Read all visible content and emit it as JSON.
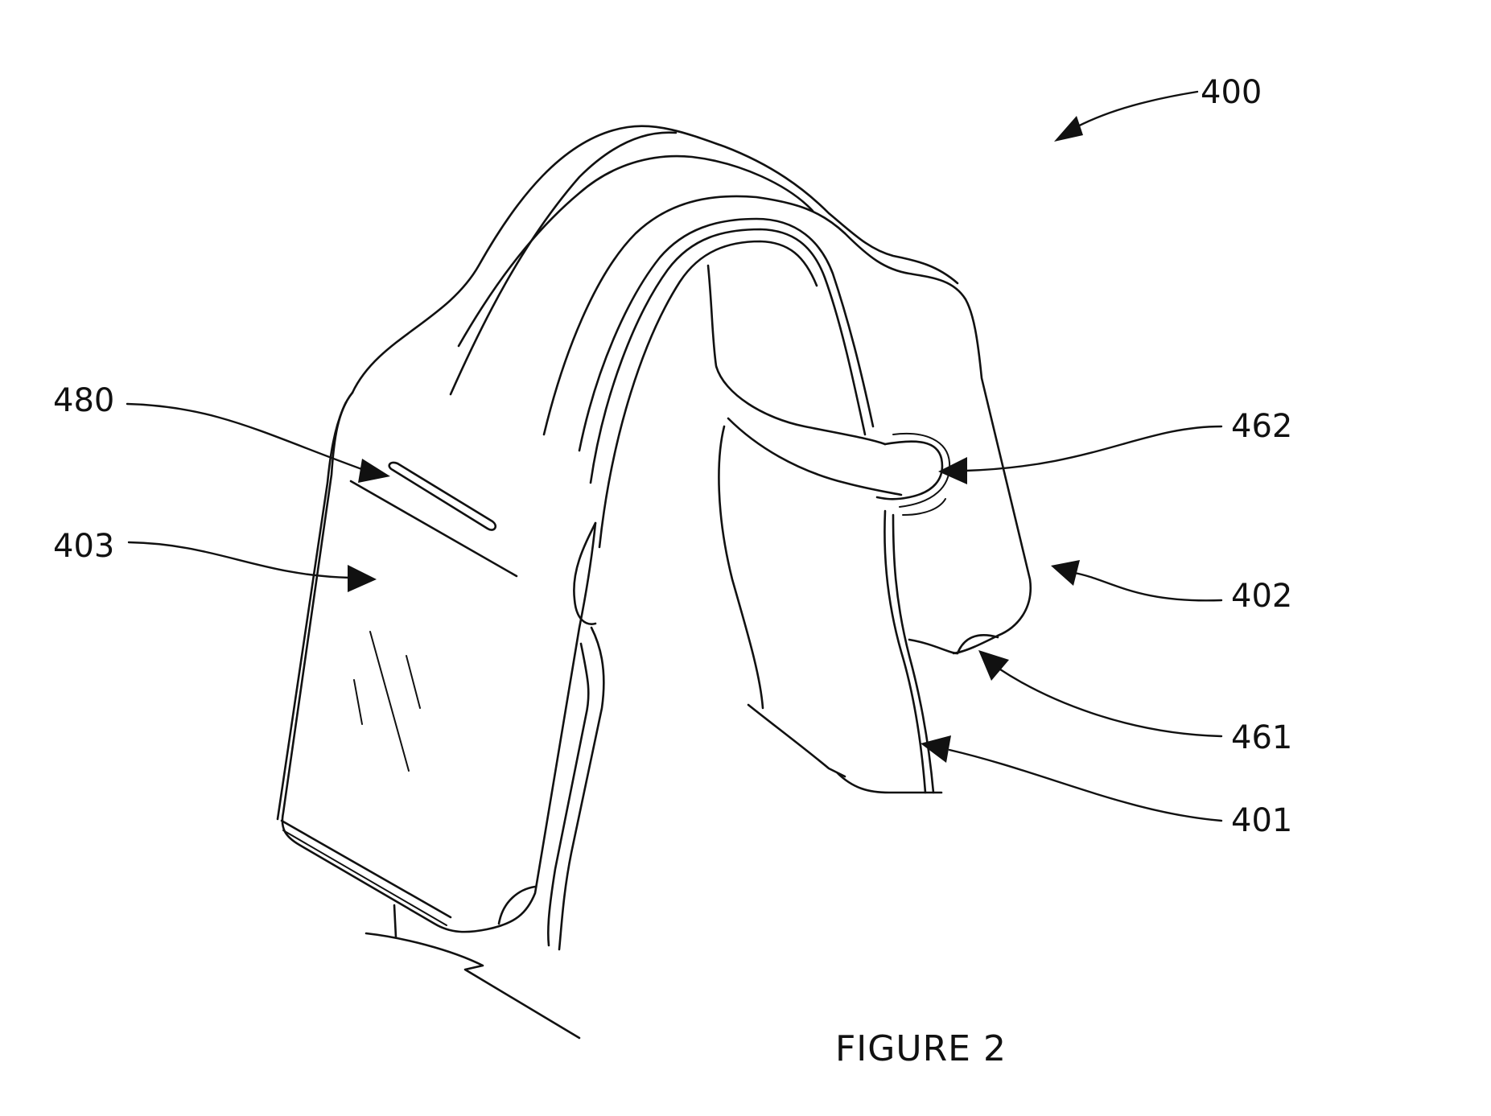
{
  "figure": {
    "caption": "FIGURE 2",
    "reference_numerals": {
      "device": "400",
      "strip": "480",
      "display": "403",
      "tab_upper": "462",
      "housing": "402",
      "tab_lower": "461",
      "band": "401"
    }
  }
}
